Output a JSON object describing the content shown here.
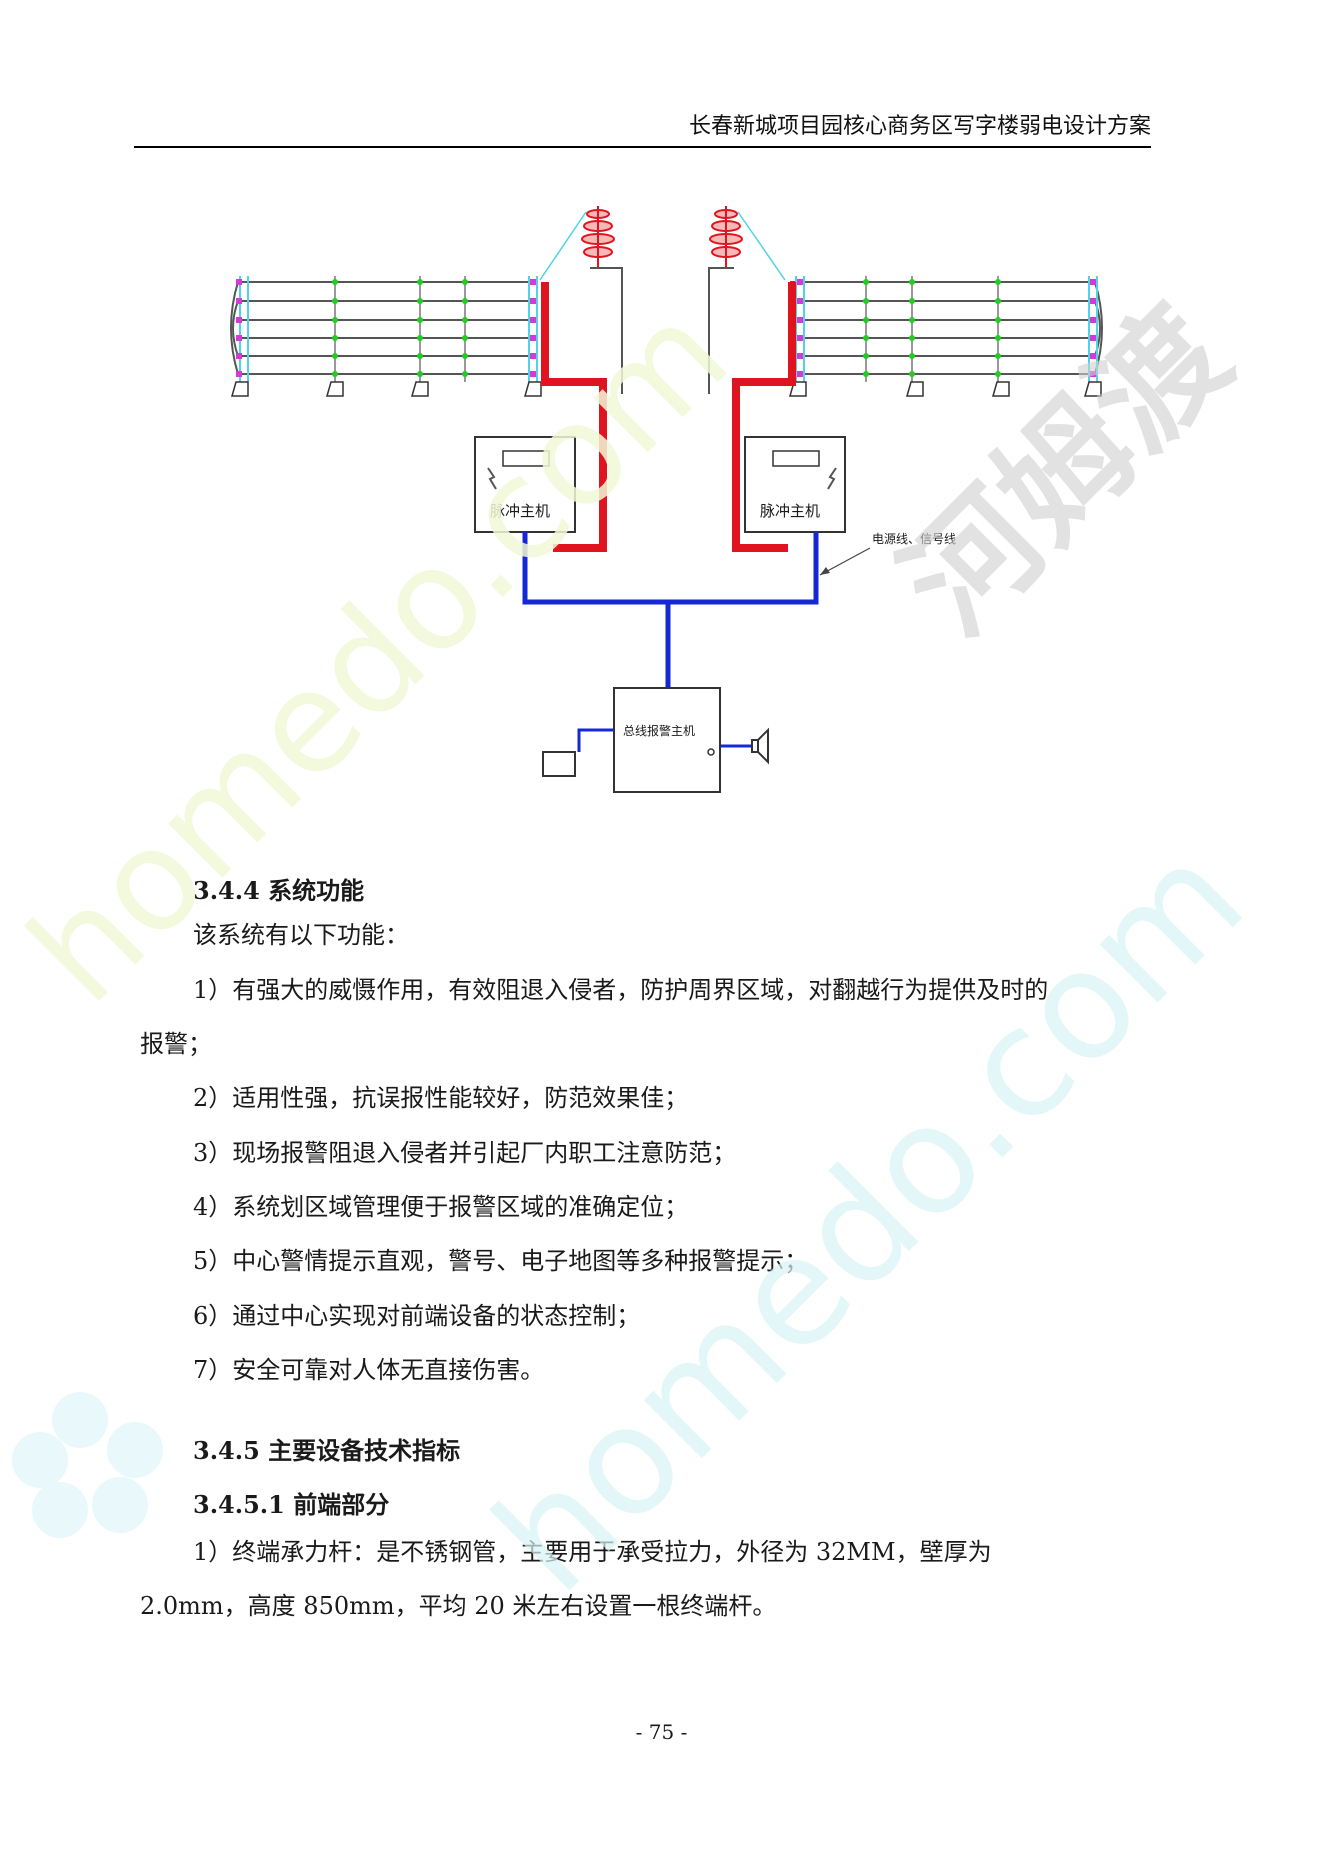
{
  "header": {
    "title": "长春新城项目园核心商务区写字楼弱电设计方案"
  },
  "diagram": {
    "left_host_label": "脉冲主机",
    "right_host_label": "脉冲主机",
    "bus_host_label": "总线报警主机",
    "cable_annotation": "电源线、信号线",
    "colors": {
      "power_line": "#e0141e",
      "signal_line": "#1428d6",
      "fence_wire": "#555555",
      "post_cyan": "#4fd3e6",
      "post_magenta": "#d43bd4",
      "node_green": "#22cc22"
    }
  },
  "watermark": {
    "text": "homedo.com",
    "brand": "河姆渡"
  },
  "section_344": {
    "heading": "3.4.4  系统功能",
    "intro": "该系统有以下功能：",
    "item1_line1": "1）有强大的威慑作用，有效阻退入侵者，防护周界区域，对翻越行为提供及时的",
    "item1_line2": "报警；",
    "items": [
      "2）适用性强，抗误报性能较好，防范效果佳；",
      "3）现场报警阻退入侵者并引起厂内职工注意防范；",
      "4）系统划区域管理便于报警区域的准确定位；",
      "5）中心警情提示直观，警号、电子地图等多种报警提示；",
      "6）通过中心实现对前端设备的状态控制；",
      "7）安全可靠对人体无直接伤害。"
    ]
  },
  "section_345": {
    "heading": "3.4.5  主要设备技术指标",
    "sub_heading": "3.4.5.1  前端部分",
    "item1_line1": "1）终端承力杆：是不锈钢管，主要用于承受拉力，外径为 32MM，壁厚为",
    "item1_line2": "2.0mm，高度 850mm，平均 20 米左右设置一根终端杆。"
  },
  "footer": {
    "page_number": "- 75 -"
  }
}
